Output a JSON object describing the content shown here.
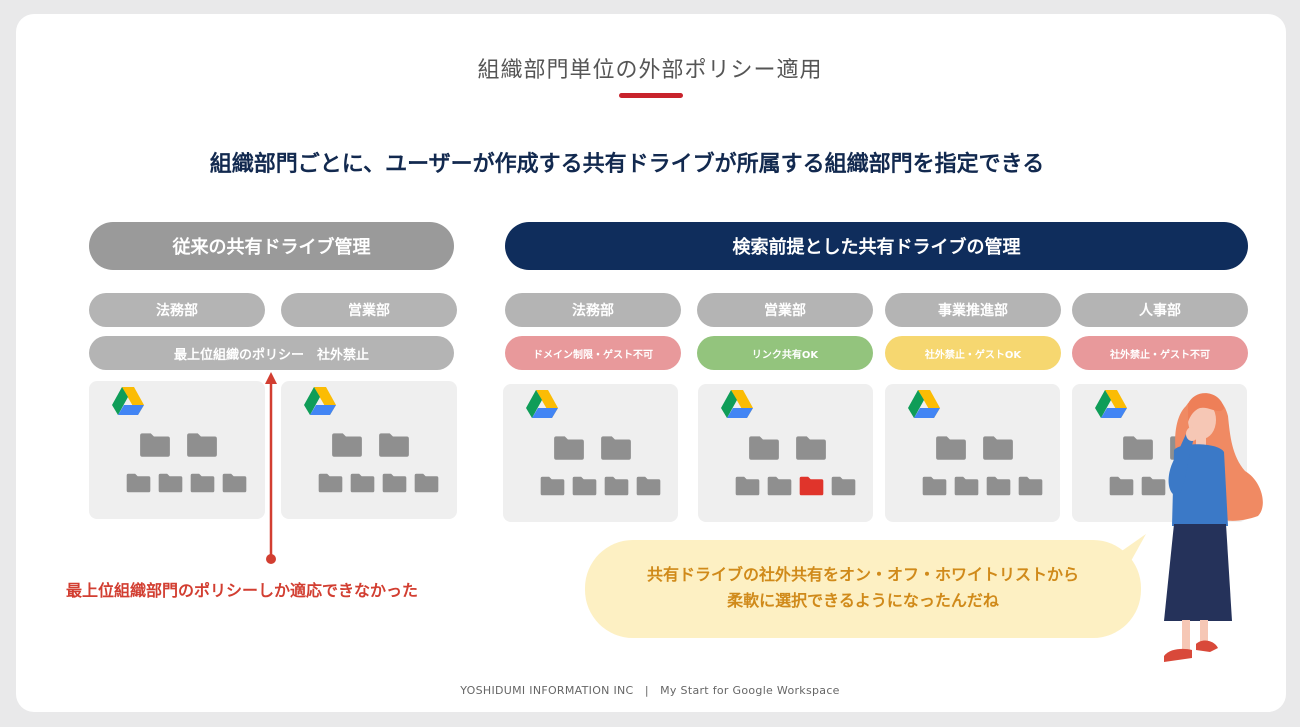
{
  "title": "組織部門単位の外部ポリシー適用",
  "subtitle": "組織部門ごとに、ユーザーが作成する共有ドライブが所属する組織部門を指定できる",
  "left": {
    "header": "従来の共有ドライブ管理",
    "depts": [
      "法務部",
      "営業部"
    ],
    "policy": "最上位組織のポリシー　社外禁止",
    "annotation": "最上位組織部門のポリシーしか適応できなかった"
  },
  "right": {
    "header": "検索前提とした共有ドライブの管理",
    "depts": [
      "法務部",
      "営業部",
      "事業推進部",
      "人事部"
    ],
    "policies": [
      "ドメイン制限・ゲスト不可",
      "リンク共有OK",
      "社外禁止・ゲストOK",
      "社外禁止・ゲスト不可"
    ]
  },
  "bubble": {
    "line1": "共有ドライブの社外共有をオン・オフ・ホワイトリストから",
    "line2": "柔軟に選択できるようになったんだね"
  },
  "footer": "YOSHIDUMI INFORMATION INC　|　My Start for Google Workspace",
  "colors": {
    "accent_red": "#c8232c",
    "navy": "#0f2d5c",
    "gray_header": "#9a9a9a",
    "policy_pink": "#e8999b",
    "policy_green": "#93c47d",
    "policy_yellow": "#f6d770",
    "highlight_folder": "#e0342b"
  }
}
